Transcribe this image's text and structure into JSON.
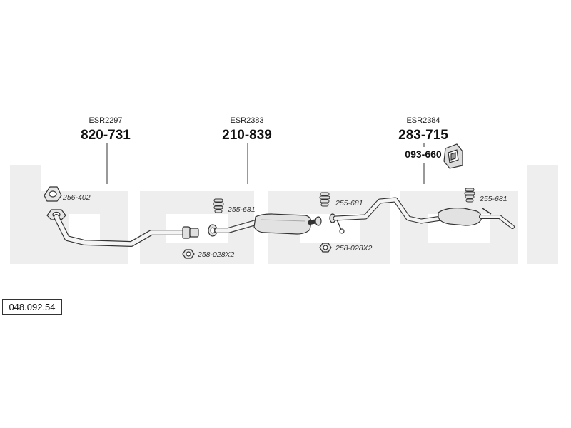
{
  "diagram": {
    "groups": [
      {
        "esr": "ESR2297",
        "part": "820-731"
      },
      {
        "esr": "ESR2383",
        "part": "210-839"
      },
      {
        "esr": "ESR2384",
        "part": "283-715"
      }
    ],
    "hanger_kit": "093-660",
    "labels": {
      "gasket": "256-402",
      "mount_1": "255-681",
      "mount_2": "255-681",
      "mount_3": "255-681",
      "nut_1": "258-028X2",
      "nut_2": "258-028X2"
    },
    "reference": "048.092.54"
  }
}
